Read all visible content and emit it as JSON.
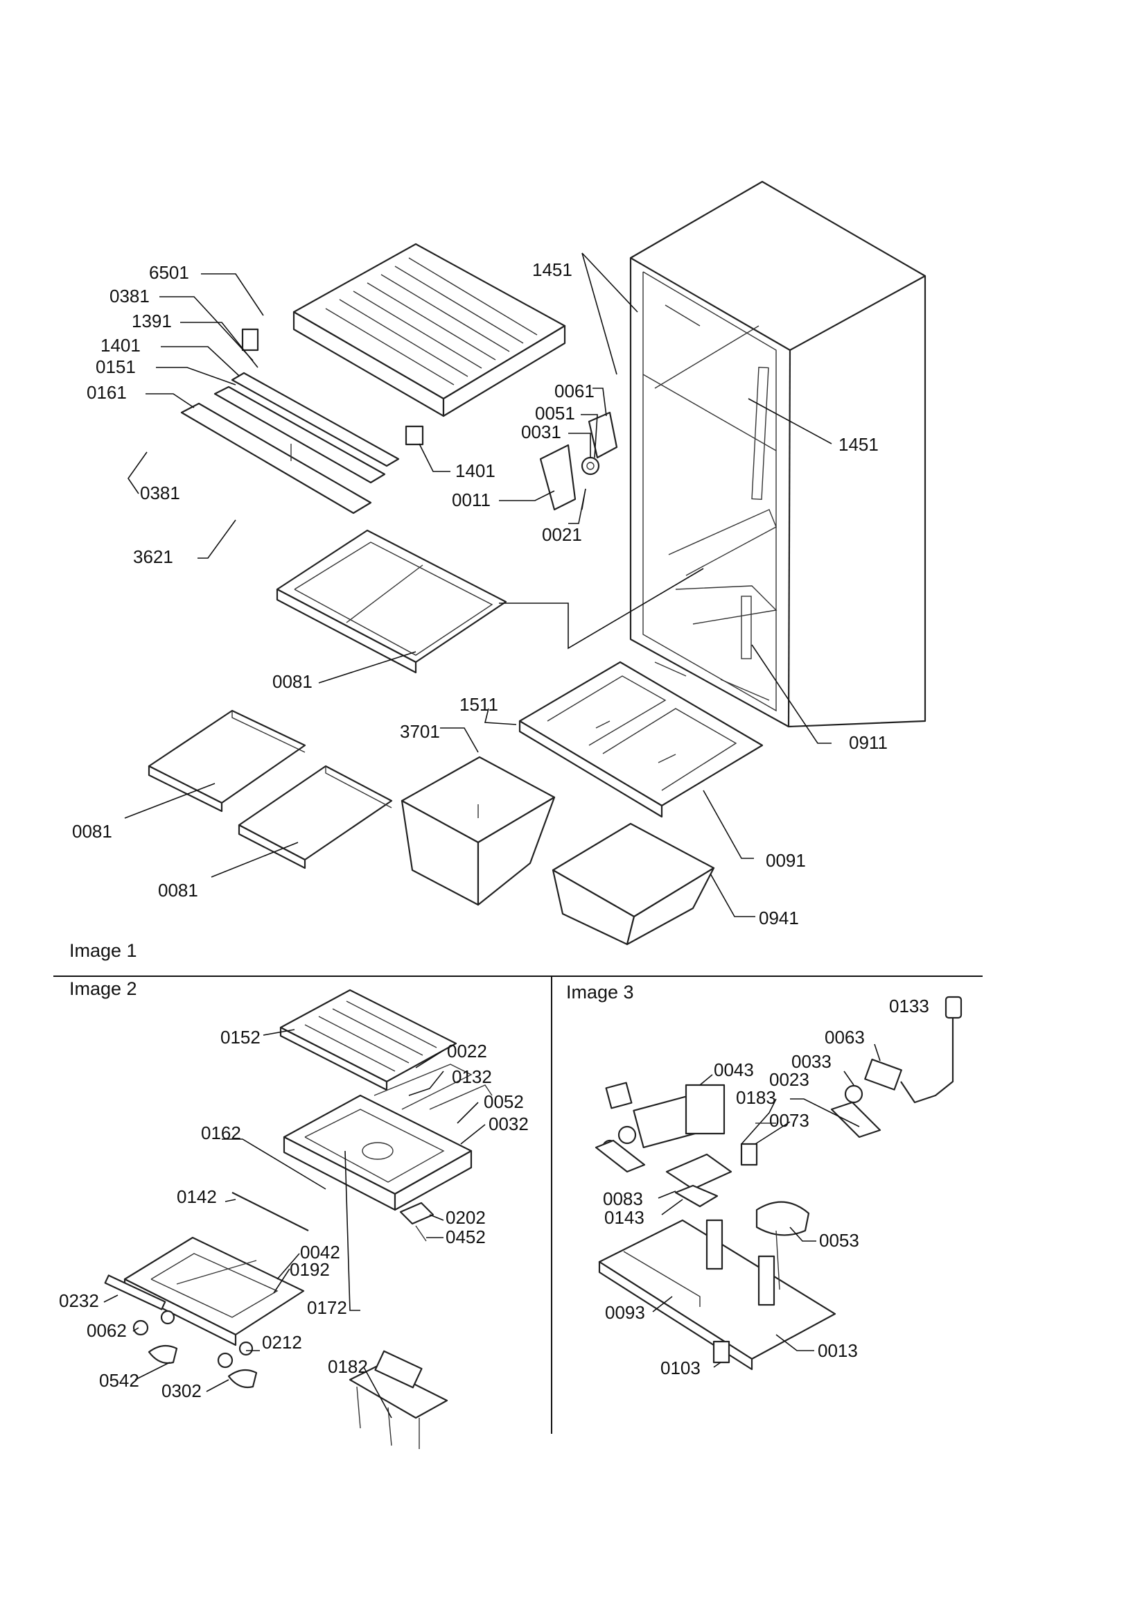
{
  "captions": {
    "image1": "Image 1",
    "image2": "Image 2",
    "image3": "Image 3"
  },
  "labels": {
    "l_6501": "6501",
    "l_0381a": "0381",
    "l_1391": "1391",
    "l_1401a": "1401",
    "l_0151": "0151",
    "l_0161": "0161",
    "l_0381b": "0381",
    "l_3621": "3621",
    "l_1401b": "1401",
    "l_0061": "0061",
    "l_0051": "0051",
    "l_0031": "0031",
    "l_0011": "0011",
    "l_0021": "0021",
    "l_1451a": "1451",
    "l_1451b": "1451",
    "l_0081a": "0081",
    "l_1511": "1511",
    "l_3701": "3701",
    "l_0911": "0911",
    "l_0081b": "0081",
    "l_0081c": "0081",
    "l_0091": "0091",
    "l_0941": "0941",
    "l_0152": "0152",
    "l_0022": "0022",
    "l_0132": "0132",
    "l_0052": "0052",
    "l_0032": "0032",
    "l_0162": "0162",
    "l_0142": "0142",
    "l_0202": "0202",
    "l_0452": "0452",
    "l_0042": "0042",
    "l_0192": "0192",
    "l_0232": "0232",
    "l_0062": "0062",
    "l_0172": "0172",
    "l_0212": "0212",
    "l_0542": "0542",
    "l_0302": "0302",
    "l_0182": "0182",
    "l_0133": "0133",
    "l_0063": "0063",
    "l_0043": "0043",
    "l_0033": "0033",
    "l_0183": "0183",
    "l_0023": "0023",
    "l_0073": "0073",
    "l_0083": "0083",
    "l_0143": "0143",
    "l_0053": "0053",
    "l_0093": "0093",
    "l_0013": "0013",
    "l_0103": "0103"
  }
}
